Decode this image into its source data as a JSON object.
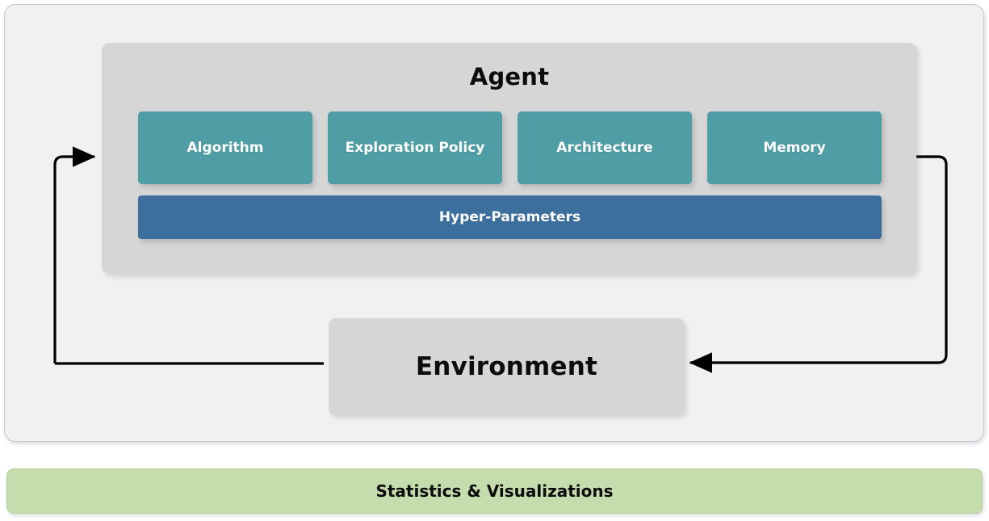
{
  "diagram": {
    "agent": {
      "title": "Agent",
      "components": [
        {
          "label": "Algorithm"
        },
        {
          "label": "Exploration Policy"
        },
        {
          "label": "Architecture"
        },
        {
          "label": "Memory"
        }
      ],
      "hyper_parameters_label": "Hyper-Parameters"
    },
    "environment": {
      "title": "Environment"
    },
    "statistics": {
      "label": "Statistics & Visualizations"
    },
    "arrows": [
      {
        "name": "environment-to-agent",
        "direction": "left-loop-up-right"
      },
      {
        "name": "agent-to-environment",
        "direction": "right-loop-down-left"
      }
    ],
    "colors": {
      "outer_panel": "#f1f1f1",
      "agent_panel": "#d6d6d6",
      "component_box": "#4f9ea6",
      "hyper_parameters": "#3d6f9e",
      "environment_box": "#d6d6d6",
      "statistics_bar": "#c5dcad",
      "arrow": "#000000",
      "text_dark": "#0c0c0c",
      "text_light": "#ffffff"
    }
  }
}
